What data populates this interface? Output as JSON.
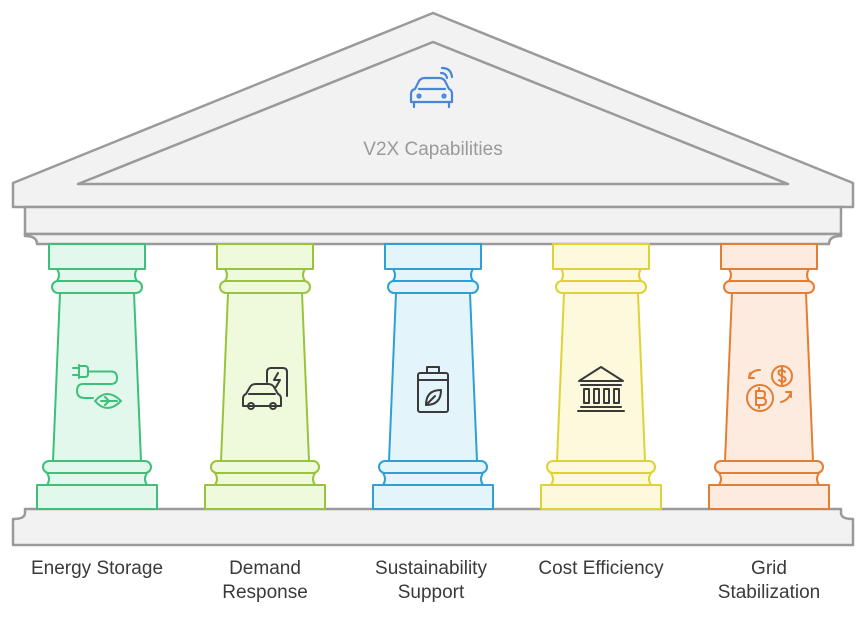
{
  "roof": {
    "title": "V2X Capabilities",
    "icon": "connected-car-icon",
    "icon_color": "#4a86d8"
  },
  "structure_colors": {
    "stone_fill": "#f2f2f2",
    "stone_stroke": "#9a9a9a"
  },
  "pillars": [
    {
      "id": "energy-storage",
      "label_lines": [
        "Energy Storage"
      ],
      "icon": "plug-leaf-icon",
      "fill": "#e3f8ec",
      "stroke": "#3ec07a"
    },
    {
      "id": "demand-response",
      "label_lines": [
        "Demand",
        "Response"
      ],
      "icon": "ev-charging-car-icon",
      "fill": "#effadd",
      "stroke": "#98c43c"
    },
    {
      "id": "sustainability-support",
      "label_lines": [
        "Sustainability",
        "Support"
      ],
      "icon": "eco-battery-icon",
      "fill": "#e3f4fb",
      "stroke": "#2ea0d6"
    },
    {
      "id": "cost-efficiency",
      "label_lines": [
        "Cost Efficiency"
      ],
      "icon": "bank-icon",
      "fill": "#fdf9dc",
      "stroke": "#e0d234"
    },
    {
      "id": "grid-stabilization",
      "label_lines": [
        "Grid",
        "Stabilization"
      ],
      "icon": "currency-exchange-icon",
      "fill": "#fdebdf",
      "stroke": "#e47e34"
    }
  ]
}
